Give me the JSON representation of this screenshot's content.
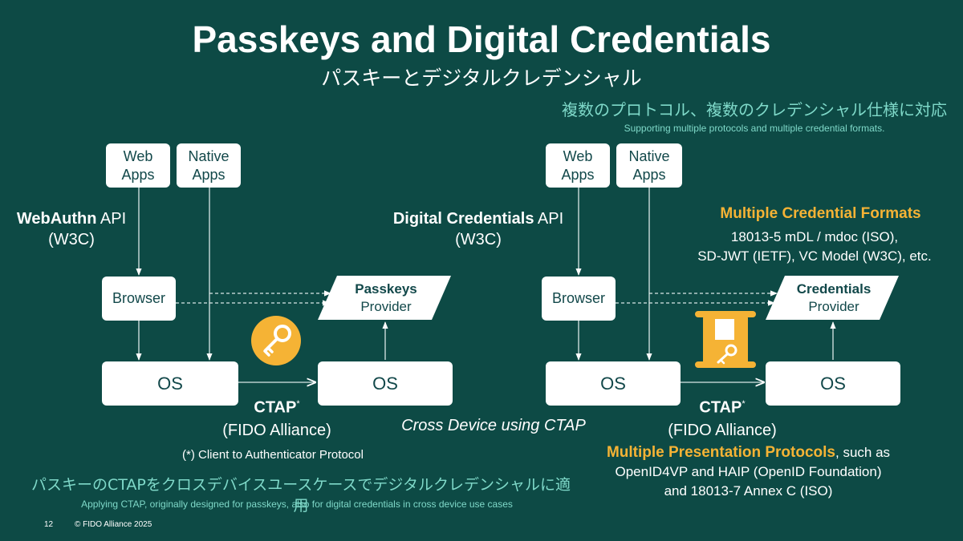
{
  "slide": {
    "title": "Passkeys and Digital Credentials",
    "subtitle_ja": "パスキーとデジタルクレデンシャル",
    "top_note_ja": "複数のプロトコル、複数のクレデンシャル仕様に対応",
    "top_note_en": "Supporting multiple protocols and multiple credential formats.",
    "bottom_note_ja": "パスキーのCTAPをクロスデバイスユースケースでデジタルクレデンシャルに適用",
    "bottom_note_en": "Applying CTAP, originally designed for passkeys, also for digital credentials in cross device use cases",
    "page_number": "12",
    "copyright": "© FIDO Alliance 2025"
  },
  "left": {
    "web_apps_1": "Web",
    "web_apps_2": "Apps",
    "native_apps_1": "Native",
    "native_apps_2": "Apps",
    "api_bold": "WebAuthn",
    "api_rest": " API",
    "api_org": "(W3C)",
    "browser": "Browser",
    "provider_1": "Passkeys",
    "provider_2": "Provider",
    "os_left": "OS",
    "os_right": "OS",
    "ctap": "CTAP",
    "ctap_mark": "*",
    "ctap_org": "(FIDO Alliance)",
    "footnote": "(*) Client to Authenticator Protocol",
    "icon": "key-icon"
  },
  "center": {
    "cross_device": "Cross Device using CTAP"
  },
  "right": {
    "web_apps_1": "Web",
    "web_apps_2": "Apps",
    "native_apps_1": "Native",
    "native_apps_2": "Apps",
    "api_bold": "Digital Credentials",
    "api_rest": " API",
    "api_org": "(W3C)",
    "browser": "Browser",
    "provider_1": "Credentials",
    "provider_2": "Provider",
    "os_left": "OS",
    "os_right": "OS",
    "ctap": "CTAP",
    "ctap_mark": "*",
    "ctap_org": "(FIDO Alliance)",
    "formats_title": "Multiple Credential Formats",
    "formats_line1": "18013-5 mDL / mdoc (ISO),",
    "formats_line2": "SD-JWT (IETF), VC Model (W3C), etc.",
    "protocols_title": "Multiple Presentation Protocols",
    "protocols_suffix": ", such as",
    "protocols_line1": "OpenID4VP and HAIP (OpenID Foundation)",
    "protocols_line2": "and 18013-7 Annex C (ISO)",
    "icon": "credential-scroll-icon"
  },
  "colors": {
    "background": "#0d4a45",
    "accent_gold": "#f5b335",
    "note_teal": "#7fd9c9",
    "box_text": "#12484a"
  }
}
